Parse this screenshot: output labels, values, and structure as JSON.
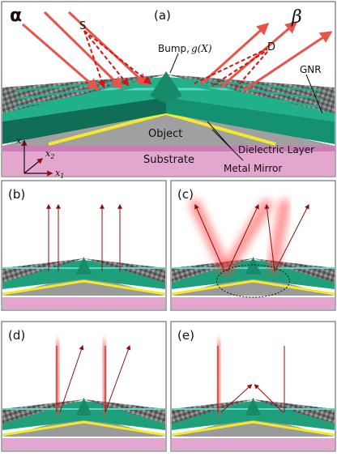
{
  "panel_a": {
    "label": "(a)",
    "alpha": "α",
    "beta": "β",
    "source": "S",
    "detector": "D",
    "bump_label": "Bump,",
    "bump_func": "g(X)",
    "gnr": "GNR",
    "object": "Object",
    "dielectric": "Dielectric Layer",
    "substrate": "Substrate",
    "mirror": "Metal Mirror",
    "axis_x1": "x",
    "axis_x1_sub": "1",
    "axis_x2": "x",
    "axis_x2_sub": "2",
    "axis_x3": "x",
    "axis_x3_sub": "3"
  },
  "panels": [
    {
      "label": "(b)"
    },
    {
      "label": "(c)"
    },
    {
      "label": "(d)"
    },
    {
      "label": "(e)"
    }
  ],
  "colors": {
    "beam": "#e8534a",
    "dashed": "#d01515",
    "gnr_top": "#20b08a",
    "gnr_side": "#0f6e55",
    "object": "#9a9a9a",
    "dielectric": "#f2ea2a",
    "substrate": "#e3a6cf",
    "water": "#5cd6c8"
  }
}
